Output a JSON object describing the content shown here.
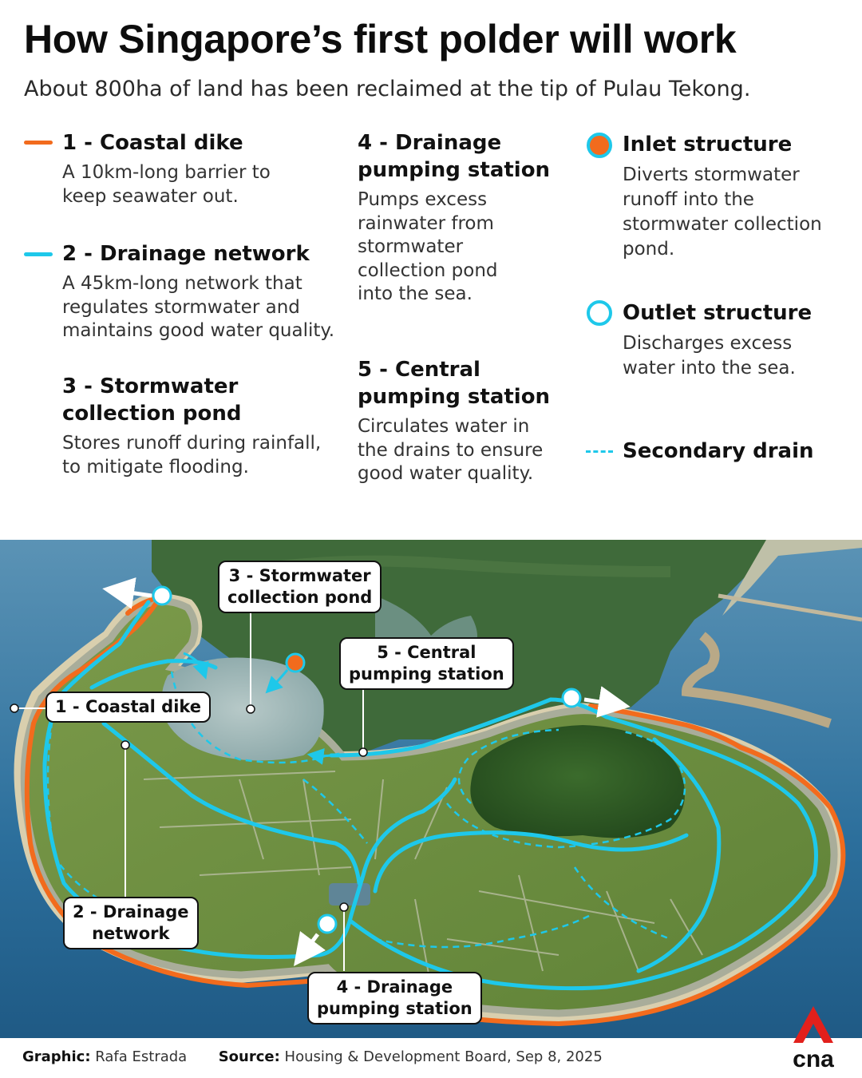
{
  "title": "How Singapore’s first polder will work",
  "subtitle": "About 800ha of land has been reclaimed at the tip of Pulau Tekong.",
  "legend": {
    "dike": {
      "title": "1 - Coastal dike",
      "desc_lines": [
        "A 10km-long barrier to",
        "keep seawater out."
      ]
    },
    "drainage": {
      "title": "2 - Drainage network",
      "desc_lines": [
        "A 45km-long network that",
        "regulates stormwater and",
        "maintains good water quality."
      ]
    },
    "pond": {
      "title_lines": [
        "3 - Stormwater",
        "collection pond"
      ],
      "desc_lines": [
        "Stores runoff during rainfall,",
        "to mitigate flooding."
      ]
    },
    "drain_pump": {
      "title_lines": [
        "4 - Drainage",
        "pumping station"
      ],
      "desc_lines": [
        "Pumps excess",
        "rainwater from",
        "stormwater",
        "collection pond",
        "into the sea."
      ]
    },
    "central_pump": {
      "title_lines": [
        "5 - Central",
        "pumping station"
      ],
      "desc_lines": [
        "Circulates water in",
        "the drains to ensure",
        "good water quality."
      ]
    },
    "inlet": {
      "title": "Inlet structure",
      "desc_lines": [
        "Diverts stormwater",
        "runoff into the",
        "stormwater collection",
        "pond."
      ]
    },
    "outlet": {
      "title": "Outlet structure",
      "desc_lines": [
        "Discharges excess",
        "water into the sea."
      ]
    },
    "secondary": {
      "title": "Secondary drain"
    }
  },
  "callouts": {
    "pond": [
      "3 - Stormwater",
      "collection pond"
    ],
    "central": [
      "5 - Central",
      "pumping station"
    ],
    "dike": [
      "1 - Coastal dike"
    ],
    "drainage": [
      "2 - Drainage",
      "network"
    ],
    "drain_pump": [
      "4 - Drainage",
      "pumping station"
    ]
  },
  "footer": {
    "graphic_label": "Graphic:",
    "graphic_value": "Rafa Estrada",
    "source_label": "Source:",
    "source_value": "Housing & Development Board, Sep 8, 2025"
  },
  "logo_text": "cna",
  "colors": {
    "dike": "#f26b1d",
    "drain": "#1ec8ea",
    "sea": "#2f7aa8",
    "land": "#6f8f43",
    "forest": "#2e5a24"
  },
  "icons": [
    "orange-line-icon",
    "cyan-line-icon",
    "inlet-circle-icon",
    "outlet-circle-icon",
    "dashed-line-icon",
    "arrow-icon",
    "cna-logo-icon"
  ]
}
